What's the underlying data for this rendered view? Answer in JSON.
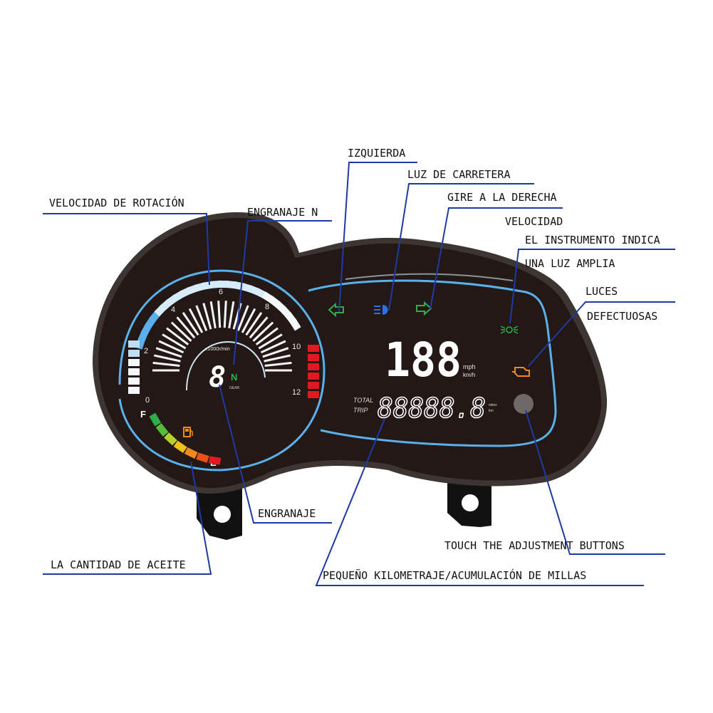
{
  "labels": {
    "izquierda": "IZQUIERDA",
    "luz_carretera": "LUZ DE CARRETERA",
    "gire_derecha": "GIRE A LA DERECHA",
    "velocidad_rotacion": "VELOCIDAD DE ROTACIÓN",
    "engranaje_n": "ENGRANAJE N",
    "velocidad": "VELOCIDAD",
    "instrumento_indica": "EL INSTRUMENTO INDICA",
    "luz_amplia": "UNA LUZ AMPLIA",
    "luces": "LUCES",
    "defectuosas": "DEFECTUOSAS",
    "engranaje": "ENGRANAJE",
    "cantidad_aceite": "LA CANTIDAD DE ACEITE",
    "touch_buttons": "TOUCH THE ADJUSTMENT BUTTONS",
    "kilometraje": "PEQUEÑO KILOMETRAJE/ACUMULACIÓN DE MILLAS"
  },
  "gauge": {
    "rpm_ticks": [
      "0",
      "2",
      "4",
      "6",
      "8",
      "10",
      "12"
    ],
    "rpm_unit": "x1000r/min",
    "gear_digit": "8",
    "gear_neutral": "N",
    "gear_label": "GEAR",
    "fuel_full": "F",
    "fuel_empty": "E"
  },
  "display": {
    "speed": "188",
    "unit_mph": "mph",
    "unit_kmh": "km/h",
    "total": "TOTAL",
    "trip": "TRIP",
    "odometer": "88888.8",
    "unit_miles": "miles",
    "unit_km": "km"
  },
  "colors": {
    "body": "#2a1e1c",
    "accent_blue": "#5ab0ea",
    "indicator_green": "#2eae4a",
    "beam_blue": "#2f6fe0",
    "warning_orange": "#f08a1e",
    "redline": "#e01a22",
    "leader_line": "#1f3aa0"
  },
  "icons": {
    "left_turn": "left-arrow-icon",
    "high_beam": "high-beam-icon",
    "right_turn": "right-arrow-icon",
    "wide_light": "wide-light-icon",
    "engine_fault": "engine-check-icon",
    "fuel": "fuel-pump-icon"
  }
}
